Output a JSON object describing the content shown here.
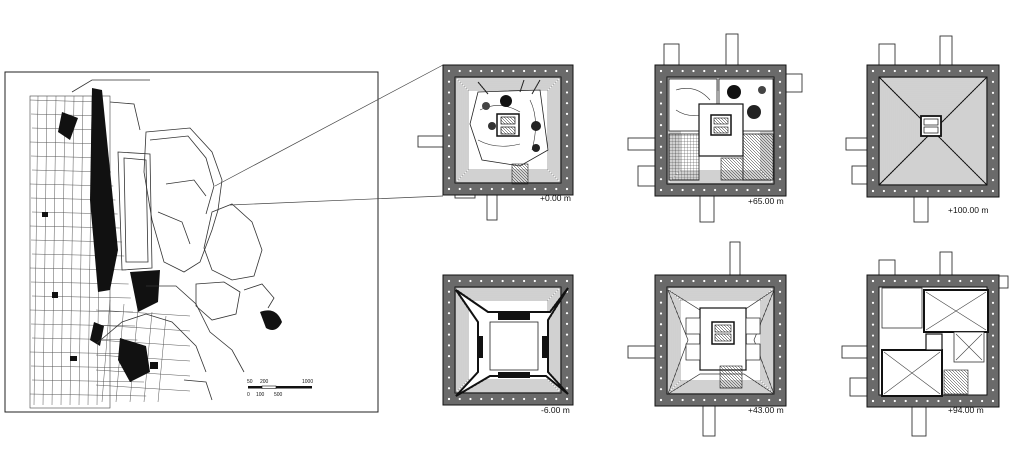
{
  "plans": [
    {
      "id": "p0",
      "level": "+0.00 m"
    },
    {
      "id": "p1",
      "level": "+65.00 m"
    },
    {
      "id": "p2",
      "level": "+100.00 m"
    },
    {
      "id": "p3",
      "level": "-6.00 m"
    },
    {
      "id": "p4",
      "level": "+43.00 m"
    },
    {
      "id": "p5",
      "level": "+94.00 m"
    }
  ],
  "scale_bar": {
    "top_labels": [
      "50",
      "200",
      "1000"
    ],
    "bottom_labels": [
      "0",
      "100",
      "500"
    ]
  },
  "colors": {
    "ink": "#1a1a1a",
    "frame_gray": "#6a6a6a",
    "paper": "#ffffff"
  }
}
